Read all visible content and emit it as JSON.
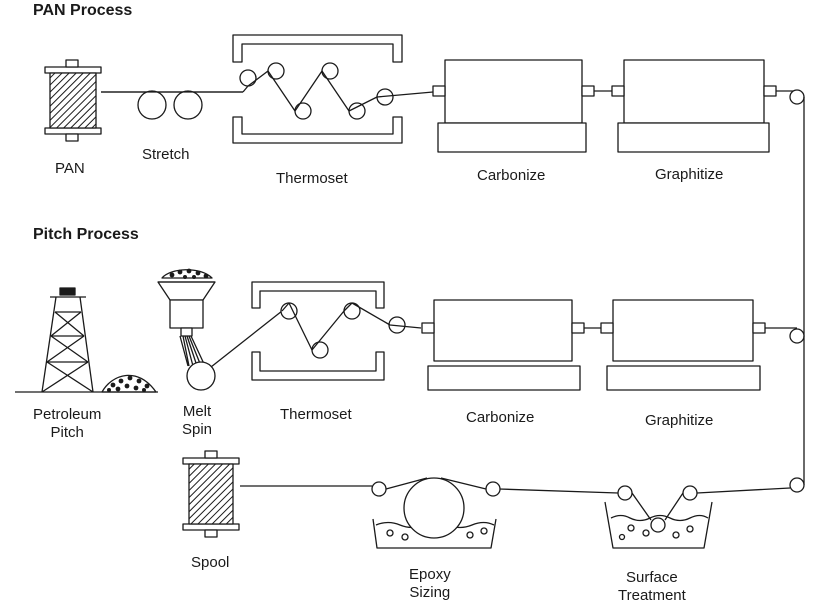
{
  "headings": {
    "pan": "PAN Process",
    "pitch": "Pitch Process"
  },
  "labels": {
    "pan": "PAN",
    "stretch": "Stretch",
    "thermoset_top": "Thermoset",
    "carbonize_top": "Carbonize",
    "graphitize_top": "Graphitize",
    "petroleum_line1": "Petroleum",
    "petroleum_line2": "Pitch",
    "melt_line1": "Melt",
    "melt_line2": "Spin",
    "thermoset_mid": "Thermoset",
    "carbonize_mid": "Carbonize",
    "graphitize_mid": "Graphitize",
    "spool": "Spool",
    "epoxy_line1": "Epoxy",
    "epoxy_line2": "Sizing",
    "surface_line1": "Surface",
    "surface_line2": "Treatment"
  },
  "colors": {
    "stroke": "#1a1a1a",
    "background": "#ffffff"
  }
}
